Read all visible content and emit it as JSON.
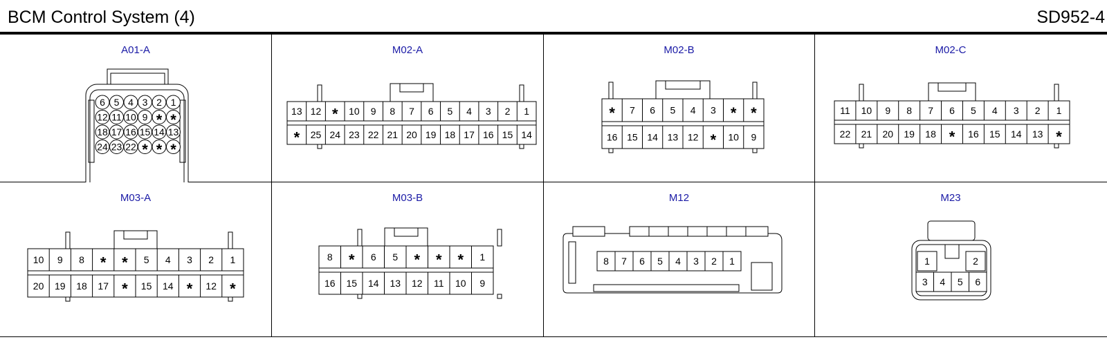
{
  "header": {
    "title": "BCM Control System (4)",
    "code": "SD952-4"
  },
  "connectors": [
    {
      "label": "A01-A",
      "type": "round",
      "rows": [
        [
          "6",
          "5",
          "4",
          "3",
          "2",
          "1"
        ],
        [
          "12",
          "11",
          "10",
          "9",
          "*",
          "*"
        ],
        [
          "18",
          "17",
          "16",
          "15",
          "14",
          "13"
        ],
        [
          "24",
          "23",
          "22",
          "*",
          "*",
          "*"
        ]
      ]
    },
    {
      "label": "M02-A",
      "type": "rect",
      "rows": [
        [
          "13",
          "12",
          "*",
          "10",
          "9",
          "8",
          "7",
          "6",
          "5",
          "4",
          "3",
          "2",
          "1"
        ],
        [
          "*",
          "25",
          "24",
          "23",
          "22",
          "21",
          "20",
          "19",
          "18",
          "17",
          "16",
          "15",
          "14"
        ]
      ]
    },
    {
      "label": "M02-B",
      "type": "rect",
      "rows": [
        [
          "*",
          "7",
          "6",
          "5",
          "4",
          "3",
          "*",
          "*"
        ],
        [
          "16",
          "15",
          "14",
          "13",
          "12",
          "*",
          "10",
          "9"
        ]
      ]
    },
    {
      "label": "M02-C",
      "type": "rect",
      "rows": [
        [
          "11",
          "10",
          "9",
          "8",
          "7",
          "6",
          "5",
          "4",
          "3",
          "2",
          "1"
        ],
        [
          "22",
          "21",
          "20",
          "19",
          "18",
          "*",
          "16",
          "15",
          "14",
          "13",
          "*"
        ]
      ]
    },
    {
      "label": "M03-A",
      "type": "rect",
      "rows": [
        [
          "10",
          "9",
          "8",
          "*",
          "*",
          "5",
          "4",
          "3",
          "2",
          "1"
        ],
        [
          "20",
          "19",
          "18",
          "17",
          "*",
          "15",
          "14",
          "*",
          "12",
          "*"
        ]
      ]
    },
    {
      "label": "M03-B",
      "type": "rect",
      "rows": [
        [
          "8",
          "*",
          "6",
          "5",
          "*",
          "*",
          "*",
          "1"
        ],
        [
          "16",
          "15",
          "14",
          "13",
          "12",
          "11",
          "10",
          "9"
        ]
      ]
    },
    {
      "label": "M12",
      "type": "single",
      "rows": [
        [
          "8",
          "7",
          "6",
          "5",
          "4",
          "3",
          "2",
          "1"
        ]
      ]
    },
    {
      "label": "M23",
      "type": "small",
      "rows": [
        [
          "1",
          "2"
        ],
        [
          "3",
          "4",
          "5",
          "6"
        ]
      ]
    }
  ]
}
